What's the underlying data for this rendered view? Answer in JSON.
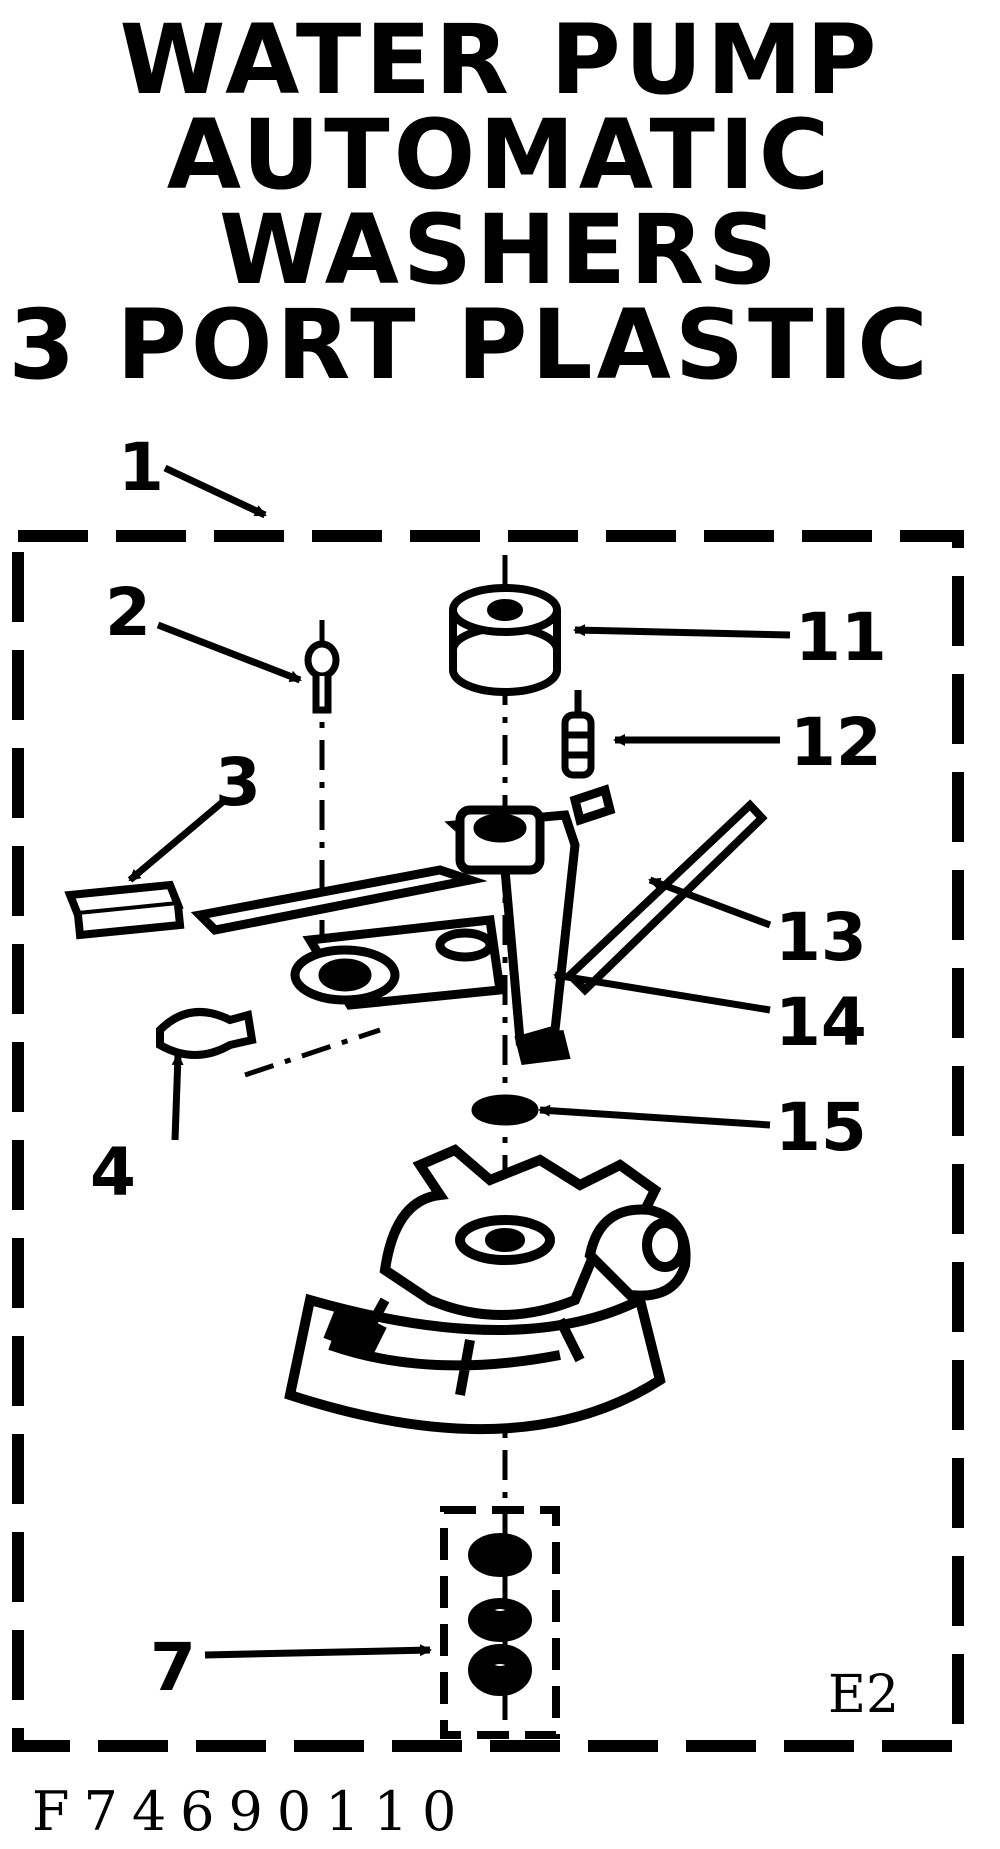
{
  "title": {
    "lines": [
      "WATER PUMP",
      "AUTOMATIC",
      "WASHERS",
      "3 PORT PLASTIC"
    ]
  },
  "callouts": [
    "1",
    "2",
    "3",
    "4",
    "7",
    "11",
    "12",
    "13",
    "14",
    "15"
  ],
  "page_code": "E2",
  "figure_code": "F74690110",
  "colors": {
    "ink": "#000000",
    "paper": "#ffffff"
  }
}
